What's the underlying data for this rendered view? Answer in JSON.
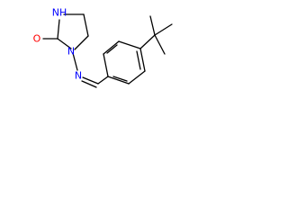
{
  "molecule": {
    "atoms": {
      "nh": {
        "label": "NH",
        "color": "#0000ff"
      },
      "o": {
        "label": "O",
        "color": "#ff0000"
      },
      "n_ring": {
        "label": "N",
        "color": "#0000ff"
      },
      "n_imine": {
        "label": "N",
        "color": "#0000ff"
      }
    }
  }
}
